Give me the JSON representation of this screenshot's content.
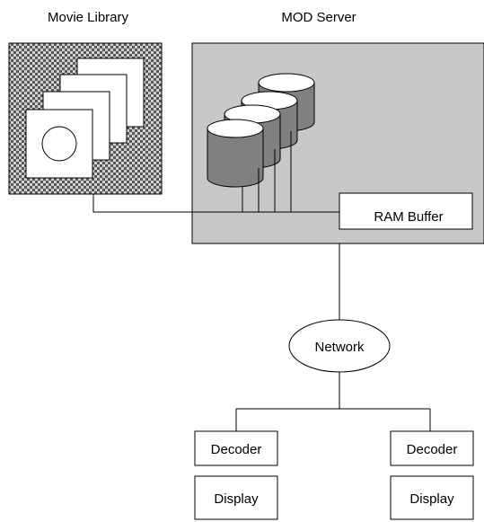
{
  "diagram": {
    "labels": {
      "movie_library": "Movie Library",
      "mod_server": "MOD Server",
      "ram_buffer": "RAM Buffer",
      "network": "Network",
      "decoder_left": "Decoder",
      "decoder_right": "Decoder",
      "display_left": "Display",
      "display_right": "Display"
    },
    "colors": {
      "server_fill": "#c8c8c8",
      "disk_side": "#808080",
      "disk_top": "#ffffff",
      "library_pattern": "checkered-gray",
      "stroke": "#000000"
    }
  }
}
